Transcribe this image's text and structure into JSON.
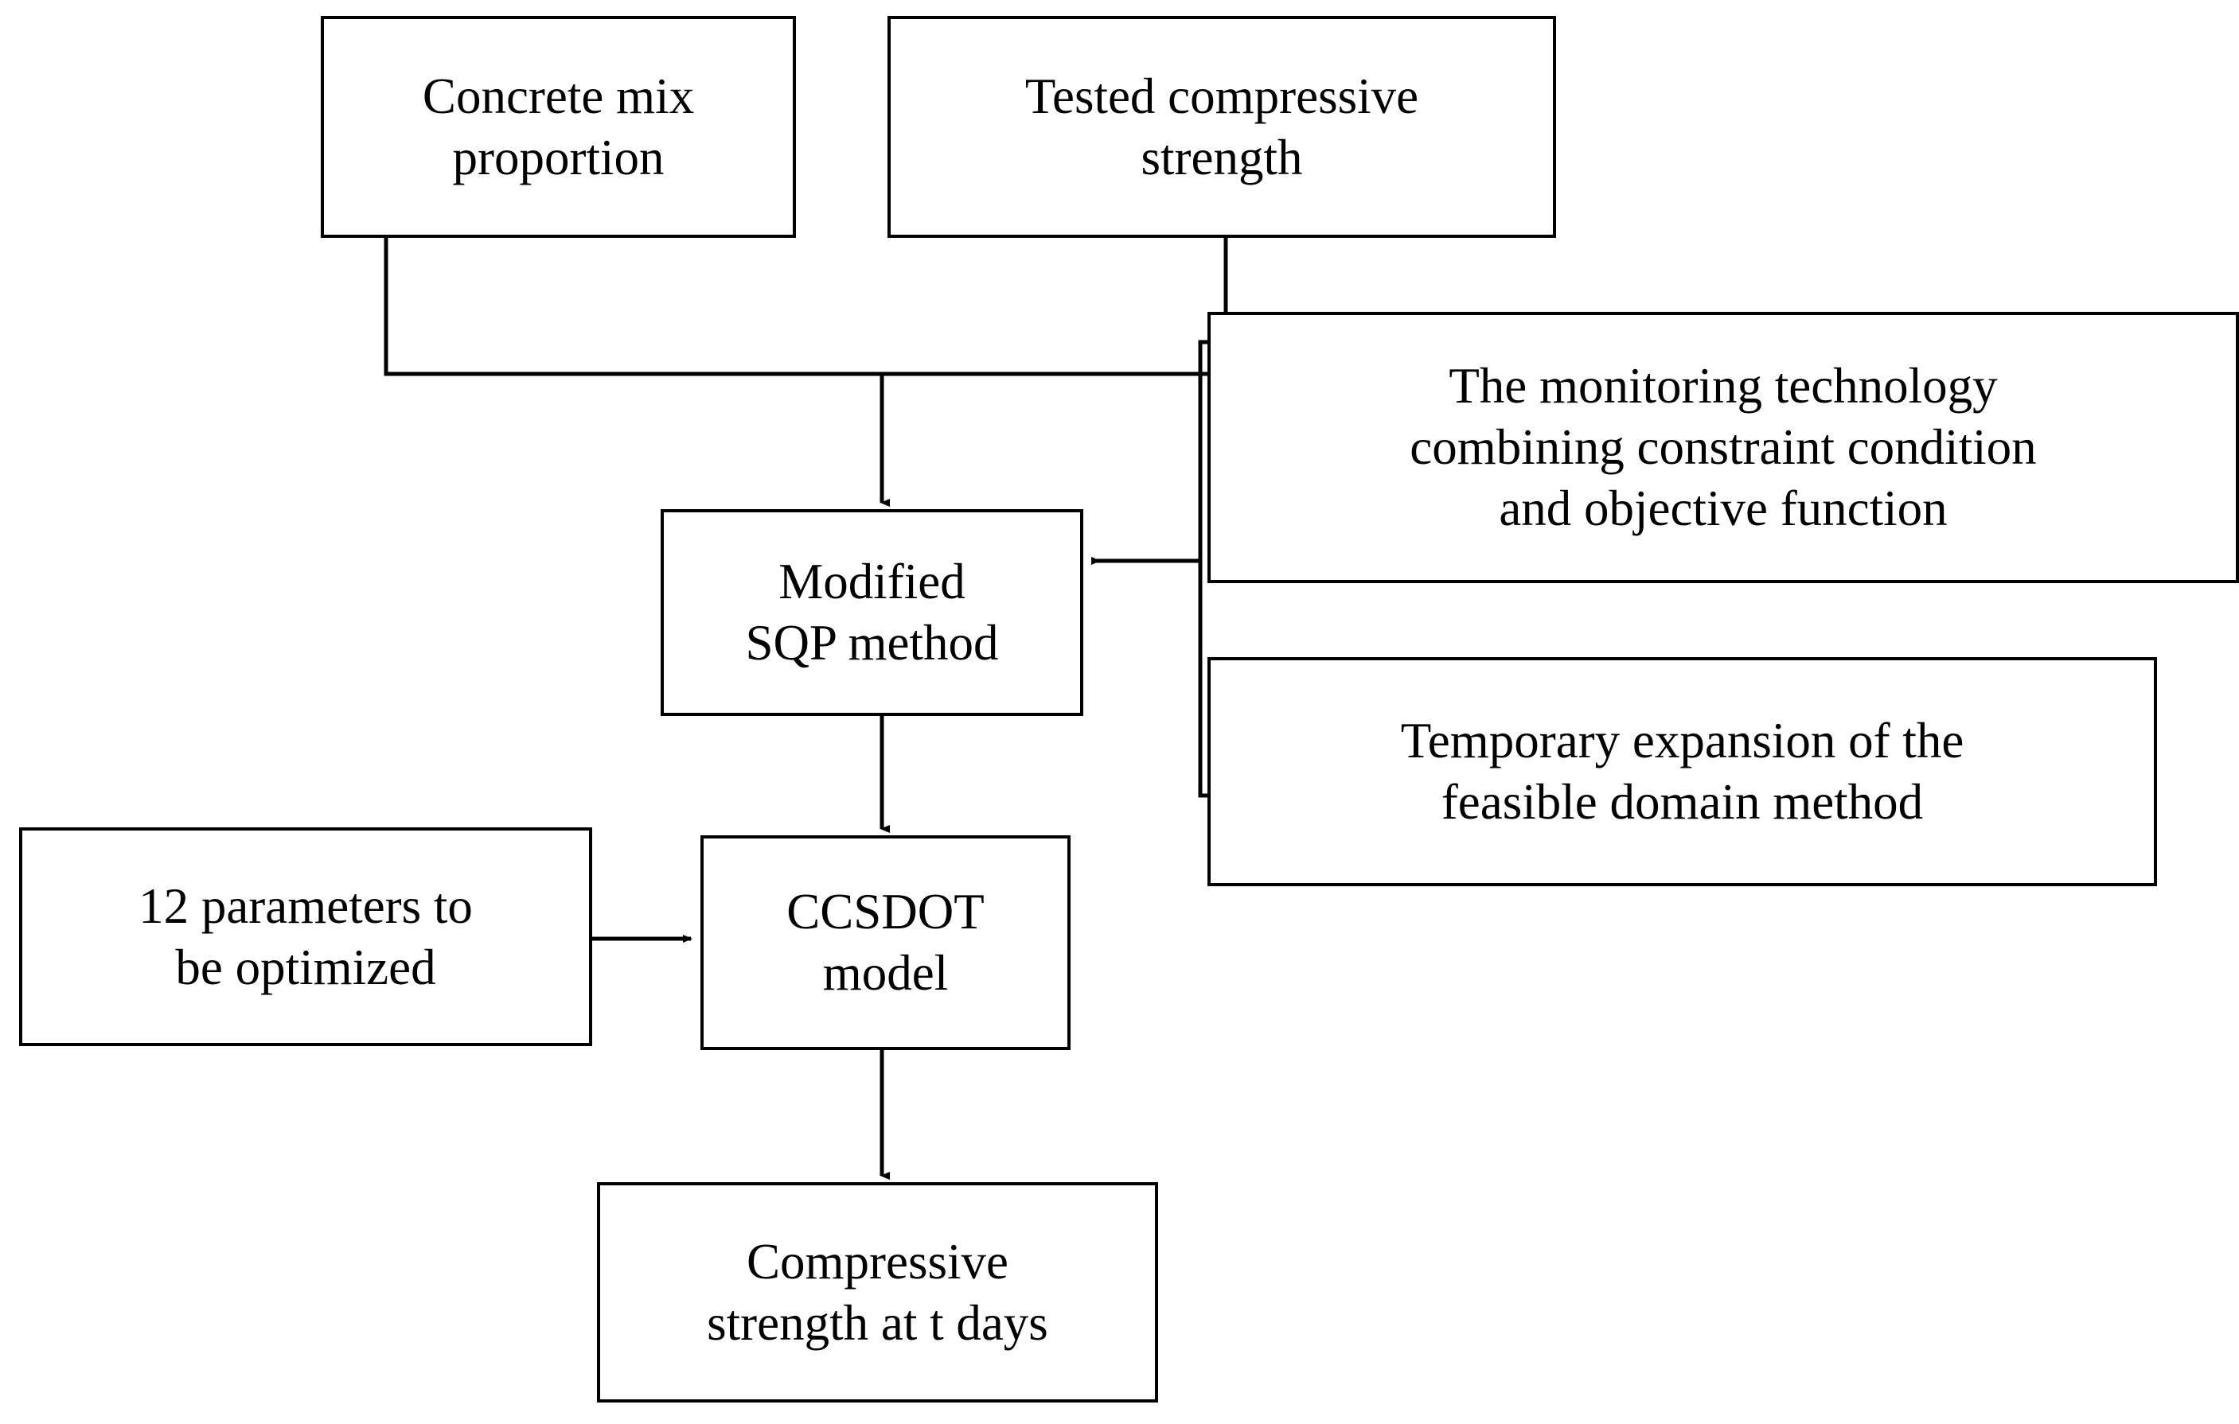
{
  "diagram": {
    "type": "flowchart",
    "title": "CCSDOT model optimization flowchart",
    "background_color": "#ffffff",
    "line_color": "#000000",
    "text_color": "#000000",
    "nodes": [
      {
        "id": "concrete_mix",
        "label": "Concrete mix\nproportion",
        "shape": "rectangle"
      },
      {
        "id": "tested_strength",
        "label": "Tested compressive\nstrength",
        "shape": "rectangle"
      },
      {
        "id": "monitoring_technology",
        "label": "The monitoring technology\ncombining constraint condition\nand objective function",
        "shape": "rectangle"
      },
      {
        "id": "modified_sqp",
        "label": "Modified\nSQP method",
        "shape": "rectangle"
      },
      {
        "id": "temporary_expansion",
        "label": "Temporary expansion of the\nfeasible domain method",
        "shape": "rectangle"
      },
      {
        "id": "parameters",
        "label": "12 parameters to\nbe optimized",
        "shape": "rectangle"
      },
      {
        "id": "ccsdot_model",
        "label": "CCSDOT\nmodel",
        "shape": "rectangle"
      },
      {
        "id": "output_strength",
        "label": "Compressive\nstrength at t days",
        "shape": "rectangle"
      }
    ],
    "edges": [
      {
        "from": "concrete_mix",
        "to": "modified_sqp",
        "style": "orthogonal-merge-arrow",
        "direction": "down"
      },
      {
        "from": "tested_strength",
        "to": "modified_sqp",
        "style": "orthogonal-merge-arrow",
        "direction": "down"
      },
      {
        "from": "monitoring_technology",
        "to": "modified_sqp",
        "style": "orthogonal-bracket-arrow",
        "direction": "left"
      },
      {
        "from": "temporary_expansion",
        "to": "modified_sqp",
        "style": "orthogonal-bracket-arrow",
        "direction": "left"
      },
      {
        "from": "modified_sqp",
        "to": "ccsdot_model",
        "style": "straight-arrow",
        "direction": "down"
      },
      {
        "from": "parameters",
        "to": "ccsdot_model",
        "style": "straight-arrow",
        "direction": "right"
      },
      {
        "from": "ccsdot_model",
        "to": "output_strength",
        "style": "straight-arrow",
        "direction": "down"
      }
    ]
  }
}
